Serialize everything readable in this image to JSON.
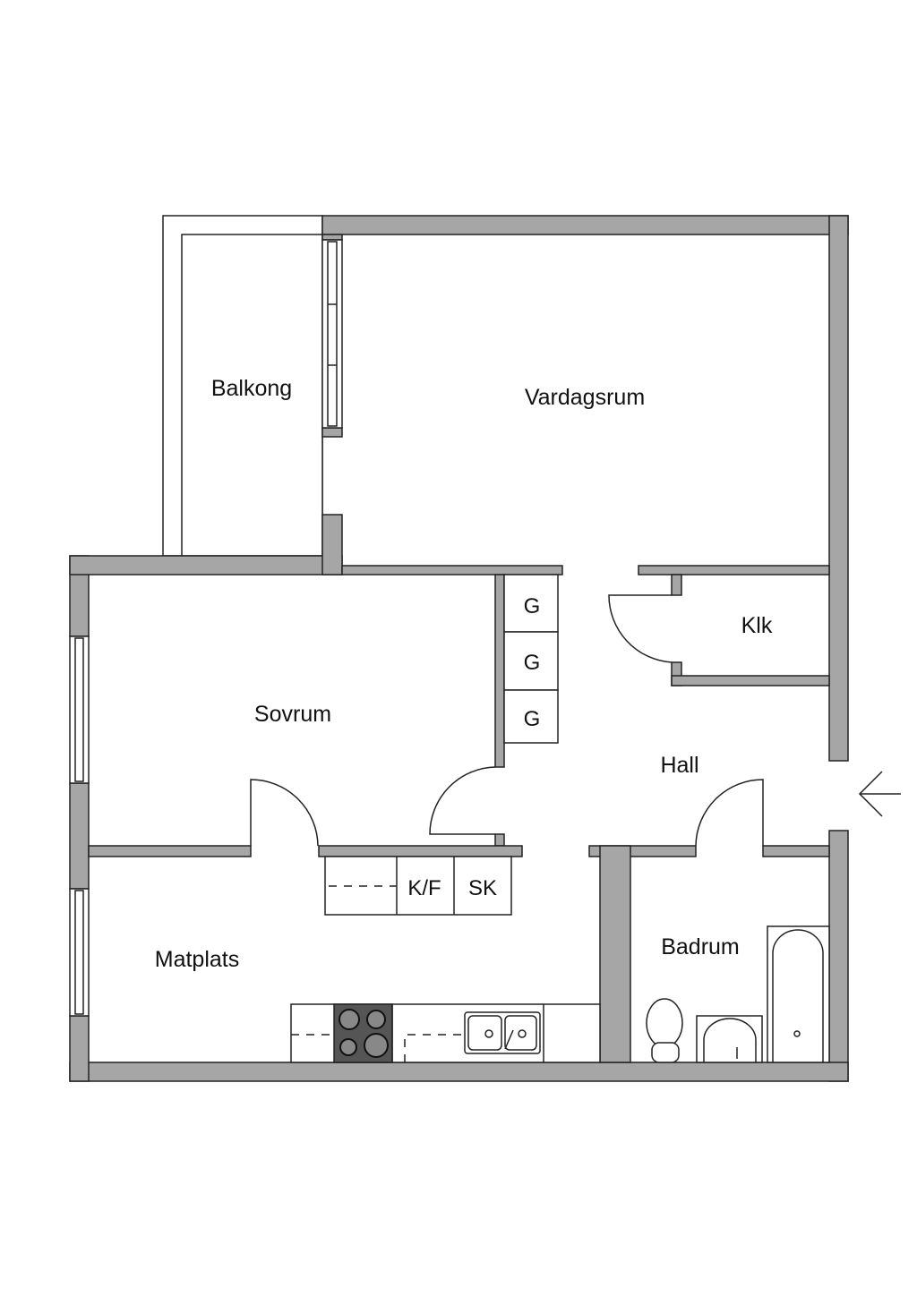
{
  "rooms": {
    "balkong": "Balkong",
    "vardagsrum": "Vardagsrum",
    "klk": "Klk",
    "sovrum": "Sovrum",
    "hall": "Hall",
    "matplats": "Matplats",
    "badrum": "Badrum"
  },
  "fixtures": {
    "wardrobe": [
      "G",
      "G",
      "G"
    ],
    "fridge_freezer": "K/F",
    "cabinet": "SK"
  },
  "colors": {
    "wall": "#a6a6a6",
    "stove": "#555555"
  }
}
